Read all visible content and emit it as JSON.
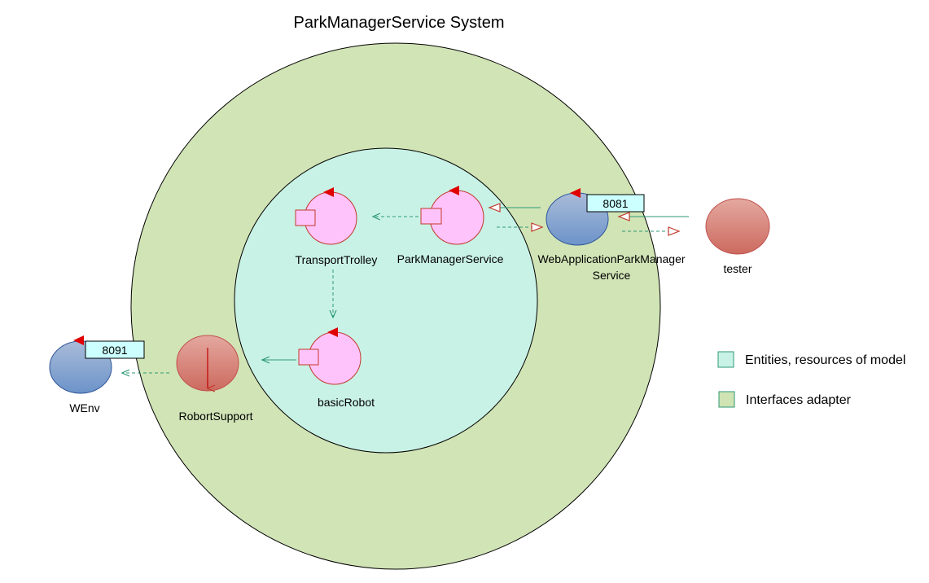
{
  "title": "ParkManagerService System",
  "actors": {
    "transport_trolley": "TransportTrolley",
    "park_manager_service": "ParkManagerService",
    "web_app_line1": "WebApplicationParkManager",
    "web_app_line2": "Service",
    "tester": "tester",
    "basic_robot": "basicRobot",
    "robort_support": "RobortSupport",
    "wenv": "WEnv"
  },
  "ports": {
    "web_app_port": "8081",
    "wenv_port": "8091"
  },
  "legend": [
    {
      "label": "Entities, resources of model",
      "color": "#c9f2e6"
    },
    {
      "label": "Interfaces adapter",
      "color": "#cfe3b3"
    }
  ],
  "colors": {
    "outer_ring": "#d1e4b6",
    "inner_core": "#c9f2e6",
    "actor_pink": "#ffc3fb",
    "actor_red": "#d9756c",
    "actor_blue": "#6f94c8",
    "arrow_green": "#2e9a74",
    "arrow_red": "#c0392b"
  }
}
